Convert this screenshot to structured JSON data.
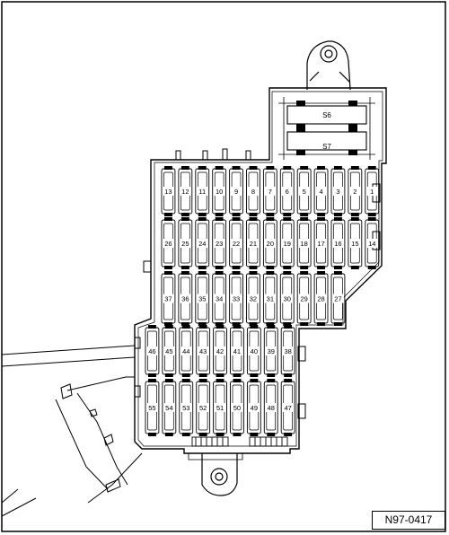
{
  "figure_code": "N97-0417",
  "relays": [
    "S6",
    "S7"
  ],
  "fuse_rows": [
    {
      "labels": [
        "13",
        "12",
        "11",
        "10",
        "9",
        "8",
        "7",
        "6",
        "5",
        "4",
        "3",
        "2",
        "1"
      ]
    },
    {
      "labels": [
        "26",
        "25",
        "24",
        "23",
        "22",
        "21",
        "20",
        "19",
        "18",
        "17",
        "16",
        "15",
        "14"
      ]
    },
    {
      "labels": [
        "37",
        "36",
        "35",
        "34",
        "33",
        "32",
        "31",
        "30",
        "29",
        "28",
        "27"
      ]
    },
    {
      "labels": [
        "46",
        "45",
        "44",
        "43",
        "42",
        "41",
        "40",
        "39",
        "38"
      ]
    },
    {
      "labels": [
        "55",
        "54",
        "53",
        "52",
        "51",
        "50",
        "49",
        "48",
        "47"
      ]
    }
  ]
}
